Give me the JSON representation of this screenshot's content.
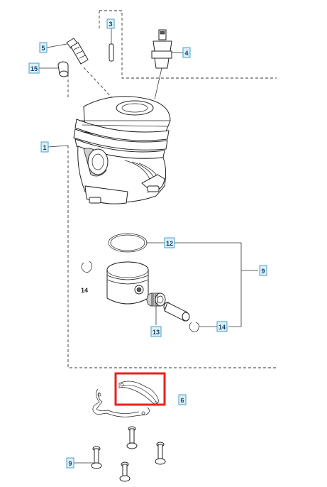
{
  "callouts": {
    "c3": "3",
    "c4": "4",
    "c5": "5",
    "c15": "15",
    "c1": "1",
    "c12": "12",
    "c9a": "9",
    "c14_plain": "14",
    "c13": "13",
    "c14": "14",
    "c6": "6",
    "c9b": "9"
  },
  "highlight": {
    "color": "#e8201f"
  }
}
